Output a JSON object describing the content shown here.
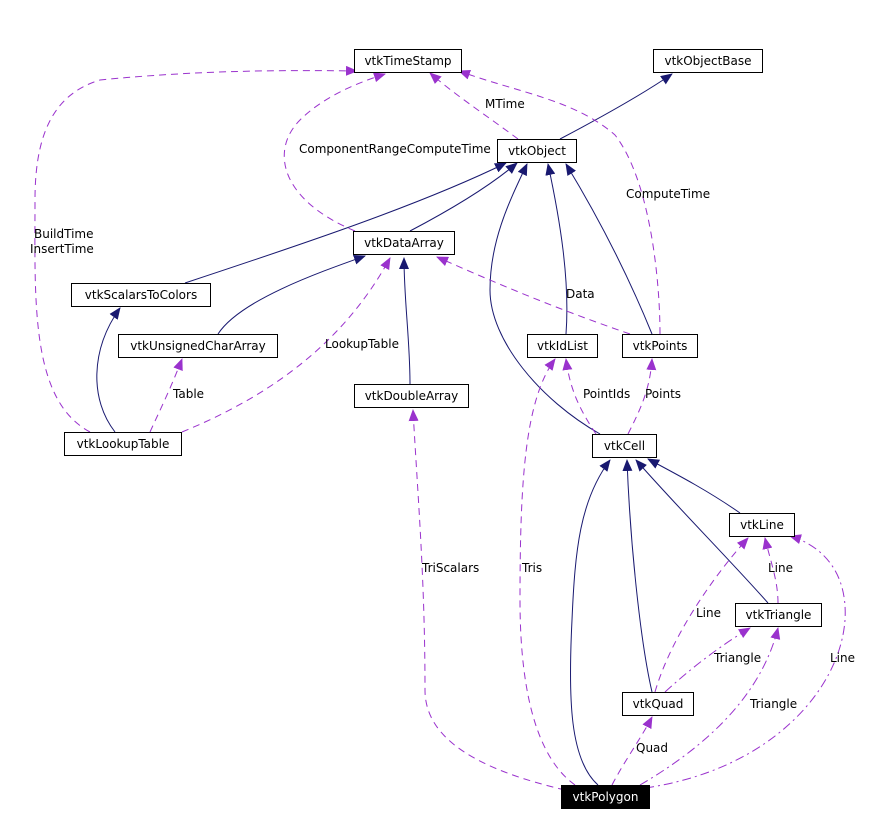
{
  "nodes": {
    "time_stamp": "vtkTimeStamp",
    "object_base": "vtkObjectBase",
    "object": "vtkObject",
    "data_array": "vtkDataArray",
    "scalars_to_colors": "vtkScalarsToColors",
    "unsigned_char_array": "vtkUnsignedCharArray",
    "id_list": "vtkIdList",
    "points": "vtkPoints",
    "double_array": "vtkDoubleArray",
    "lookup_table": "vtkLookupTable",
    "cell": "vtkCell",
    "line": "vtkLine",
    "triangle": "vtkTriangle",
    "quad": "vtkQuad",
    "polygon": "vtkPolygon"
  },
  "edge_labels": {
    "mtime": "MTime",
    "component_range": "ComponentRangeComputeTime",
    "compute_time": "ComputeTime",
    "build_time": "BuildTime",
    "insert_time": "InsertTime",
    "data": "Data",
    "lookup_table": "LookupTable",
    "table": "Table",
    "point_ids": "PointIds",
    "points": "Points",
    "tri_scalars": "TriScalars",
    "tris": "Tris",
    "line_in_triangle": "Line",
    "line_in_quad": "Line",
    "triangle_in_quad": "Triangle",
    "triangle_in_polygon": "Triangle",
    "line_in_polygon": "Line",
    "quad": "Quad"
  },
  "colors": {
    "inheritance": "#191970",
    "usage": "#9a32cd",
    "focus_node_fill": "#000000",
    "focus_node_text": "#ffffff"
  },
  "focus_node": "vtkPolygon"
}
